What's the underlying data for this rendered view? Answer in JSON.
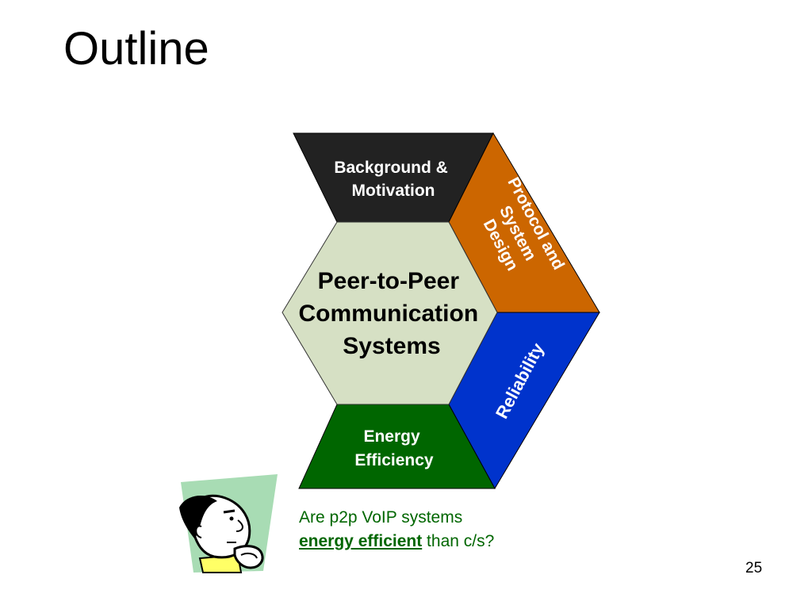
{
  "slide": {
    "title": "Outline",
    "page_number": "25"
  },
  "hexagon": {
    "center_lines": [
      "Peer-to-Peer",
      "Communication",
      "Systems"
    ],
    "segments": {
      "background": {
        "lines": [
          "Background &",
          "Motivation"
        ],
        "color": "#222222"
      },
      "protocol": {
        "lines": [
          "Protocol and",
          "System",
          "Design"
        ],
        "color": "#cc6600"
      },
      "reliability": {
        "lines": [
          "Reliability"
        ],
        "color": "#0033cc"
      },
      "energy": {
        "lines": [
          "Energy",
          "Efficiency"
        ],
        "color": "#006600"
      }
    },
    "center_color": "#d6e0c4"
  },
  "caption": {
    "line1": "Are p2p VoIP systems",
    "emphasis": "energy efficient",
    "suffix": " than c/s?"
  },
  "illustration": {
    "icon": "thinking-man-icon",
    "bg_color": "#a8dcb4"
  }
}
